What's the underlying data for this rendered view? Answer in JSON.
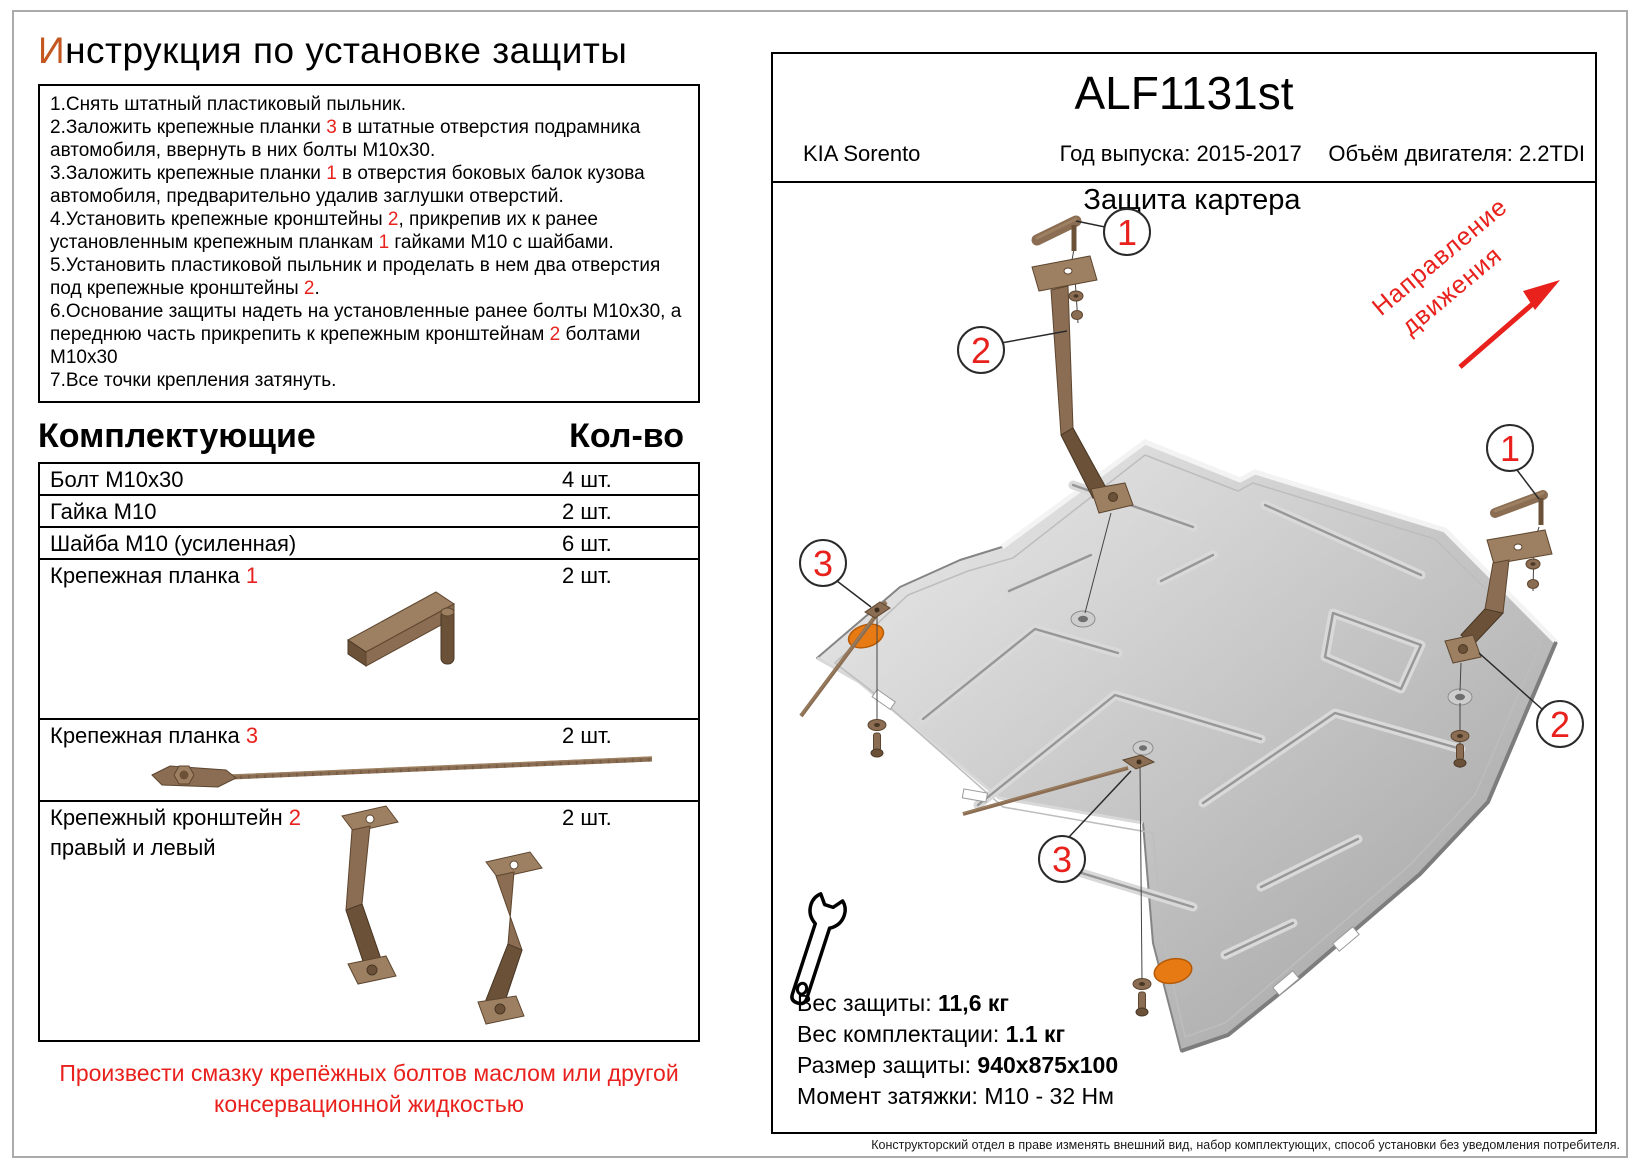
{
  "colors": {
    "accent_red": "#e8211d",
    "title_orange": "#c4561f",
    "part_brown": "#8a6d52",
    "part_brown_light": "#9d8061",
    "part_brown_dark": "#6b5138",
    "pad_orange": "#e87a14",
    "plate_light": "#ededed",
    "plate_dark": "#a0a0a0"
  },
  "left": {
    "title": {
      "first_letter": "И",
      "rest": "нструкция по установке защиты"
    },
    "instructions": [
      [
        {
          "t": "1.Снять штатный пластиковый пыльник."
        }
      ],
      [
        {
          "t": "2.Заложить крепежные планки "
        },
        {
          "t": "3",
          "red": true
        },
        {
          "t": " в штатные отверстия подрамника автомобиля, ввернуть в них болты М10х30."
        }
      ],
      [
        {
          "t": "3.Заложить крепежные планки "
        },
        {
          "t": "1",
          "red": true
        },
        {
          "t": " в отверстия боковых балок кузова автомобиля, предварительно удалив заглушки отверстий."
        }
      ],
      [
        {
          "t": "4.Установить крепежные кронштейны "
        },
        {
          "t": "2",
          "red": true
        },
        {
          "t": ", прикрепив их к ранее установленным крепежным планкам "
        },
        {
          "t": "1",
          "red": true
        },
        {
          "t": " гайками М10 с шайбами."
        }
      ],
      [
        {
          "t": "5.Установить пластиковой пыльник и проделать в нем два отверстия под крепежные кронштейны "
        },
        {
          "t": "2",
          "red": true
        },
        {
          "t": "."
        }
      ],
      [
        {
          "t": "6.Основание защиты надеть на установленные ранее болты М10х30, а переднюю часть прикрепить к крепежным кронштейнам "
        },
        {
          "t": "2",
          "red": true
        },
        {
          "t": " болтами М10х30"
        }
      ],
      [
        {
          "t": "7.Все точки крепления затянуть."
        }
      ]
    ],
    "parts_header": {
      "name": "Комплектующие",
      "qty": "Кол-во"
    },
    "parts_rows": [
      {
        "name": [
          {
            "t": "Болт М10х30"
          }
        ],
        "qty": "4 шт."
      },
      {
        "name": [
          {
            "t": "Гайка М10"
          }
        ],
        "qty": "2 шт."
      },
      {
        "name": [
          {
            "t": "Шайба М10 (усиленная)"
          }
        ],
        "qty": "6 шт."
      },
      {
        "name": [
          {
            "t": "Крепежная планка "
          },
          {
            "t": "1",
            "red": true
          }
        ],
        "qty": "2 шт."
      },
      {
        "name": [
          {
            "t": "Крепежная планка "
          },
          {
            "t": "3",
            "red": true
          }
        ],
        "qty": "2 шт."
      },
      {
        "name": [
          {
            "t": "Крепежный кронштейн "
          },
          {
            "t": "2",
            "red": true
          }
        ],
        "name_line2": "правый и левый",
        "qty": "2 шт."
      }
    ],
    "warning_line1": "Произвести смазку крепёжных болтов маслом или другой",
    "warning_line2": "консервационной жидкостью"
  },
  "panel": {
    "model_code": "ALF1131st",
    "car": "KIA Sorento",
    "year": "Год выпуска: 2015-2017",
    "engine": "Объём двигателя: 2.2TDI",
    "drawing_title": "Защита картера",
    "direction_label_line1": "Направление",
    "direction_label_line2": "движения",
    "callouts": {
      "top_plank": "1",
      "left_bracket": "2",
      "right_plank": "1",
      "right_bracket": "2",
      "left_rod": "3",
      "bottom_rod": "3"
    },
    "specs": {
      "weight_label": "Вес защиты: ",
      "weight_value": "11,6 кг",
      "kit_weight_label": "Вес комплектации: ",
      "kit_weight_value": "1.1 кг",
      "size_label": "Размер защиты: ",
      "size_value": "940x875x100",
      "torque_label": "Момент затяжки:  ",
      "torque_value": "М10 - 32 Нм"
    }
  },
  "footer": {
    "disclaimer": "Конструкторский отдел в праве изменять внешний вид, набор комплектующих, способ установки без уведомления потребителя."
  }
}
